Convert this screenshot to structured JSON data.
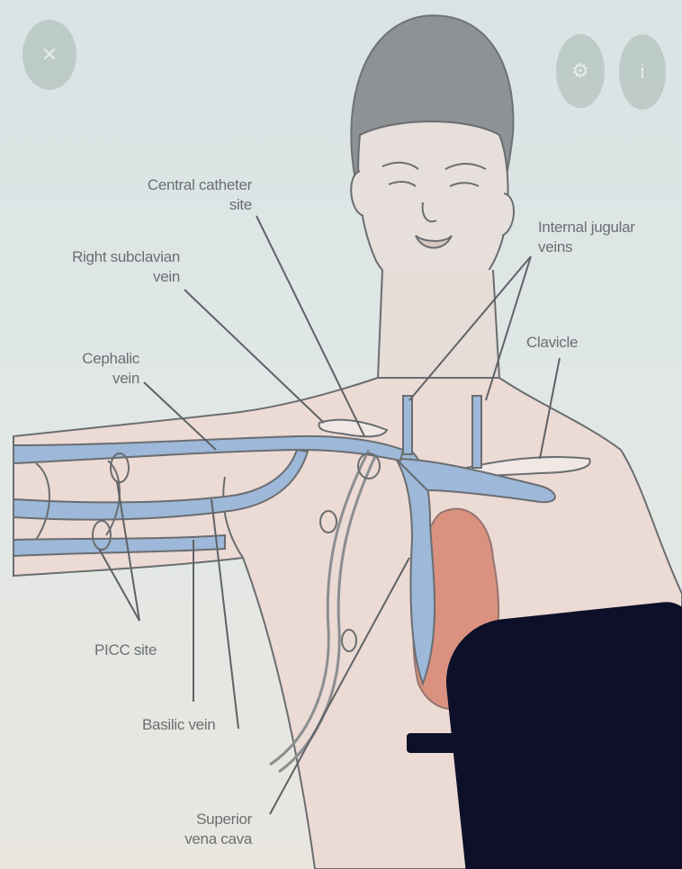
{
  "controls": {
    "close_symbol": "✕",
    "close_icon": "close-icon",
    "settings_icon": "gear-icon",
    "info_icon": "info-icon",
    "info_symbol": "i"
  },
  "labels": {
    "central_catheter_site": "Central catheter\nsite",
    "right_subclavian_vein": "Right subclavian\nvein",
    "cephalic_vein": "Cephalic\nvein",
    "internal_jugular_veins": "Internal jugular\nveins",
    "clavicle": "Clavicle",
    "picc_site": "PICC site",
    "basilic_vein": "Basilic vein",
    "superior_vena_cava": "Superior\nvena cava"
  },
  "colors": {
    "vein_blue": "#9db8d8",
    "heart_red": "#d98a78",
    "skin": "#ead6d0",
    "background": "#dfe7e6",
    "foreground_object": "#0d1028"
  }
}
